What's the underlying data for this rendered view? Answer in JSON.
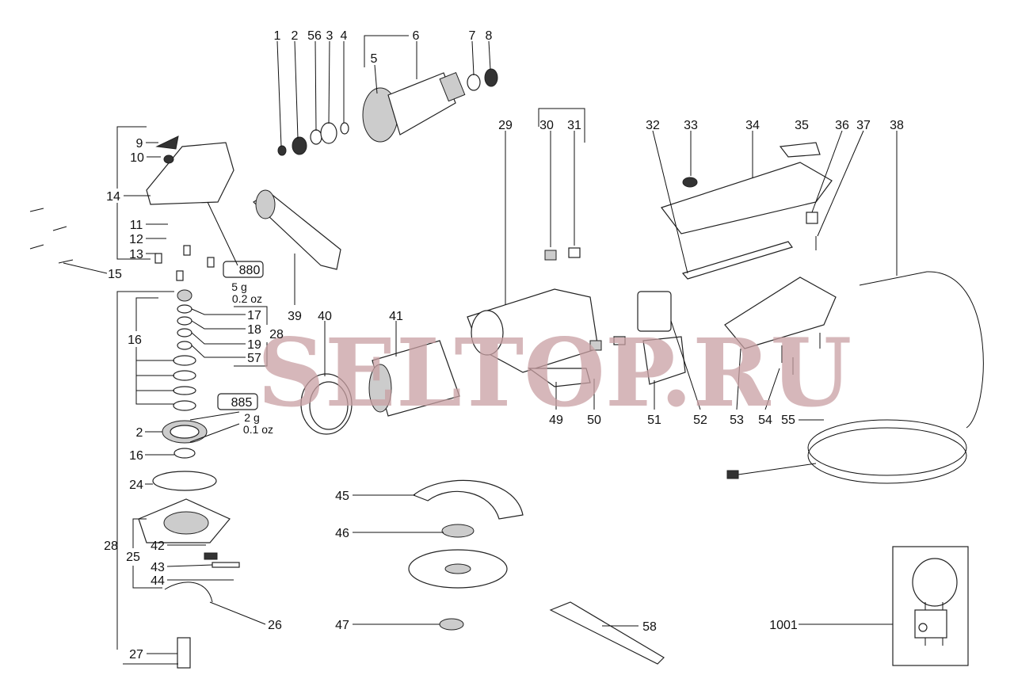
{
  "watermark": "SELTOP.RU",
  "callouts": {
    "c1": "1",
    "c2": "2",
    "c56": "56",
    "c3": "3",
    "c4": "4",
    "c6": "6",
    "c5": "5",
    "c7": "7",
    "c8": "8",
    "c29": "29",
    "c30": "30",
    "c31": "31",
    "c32": "32",
    "c33": "33",
    "c34": "34",
    "c35": "35",
    "c36": "36",
    "c37": "37",
    "c38": "38",
    "c9": "9",
    "c10": "10",
    "c14": "14",
    "c11": "11",
    "c12": "12",
    "c13": "13",
    "c15": "15",
    "c39": "39",
    "c16a": "16",
    "c17": "17",
    "c18": "18",
    "c19": "19",
    "c57": "57",
    "c28a": "28",
    "c2b": "2",
    "c16b": "16",
    "c24": "24",
    "c25": "25",
    "c42": "42",
    "c43": "43",
    "c44": "44",
    "c28b": "28",
    "c26": "26",
    "c27": "27",
    "c40": "40",
    "c41": "41",
    "c49": "49",
    "c50": "50",
    "c51": "51",
    "c52": "52",
    "c53": "53",
    "c54": "54",
    "c55": "55",
    "c45": "45",
    "c46": "46",
    "c47": "47",
    "c58": "58",
    "c1001": "1001"
  },
  "grease": {
    "g880": {
      "code": "880",
      "amount_g": "5 g",
      "amount_oz": "0.2 oz"
    },
    "g885": {
      "code": "885",
      "amount_g": "2 g",
      "amount_oz": "0.1 oz"
    }
  }
}
